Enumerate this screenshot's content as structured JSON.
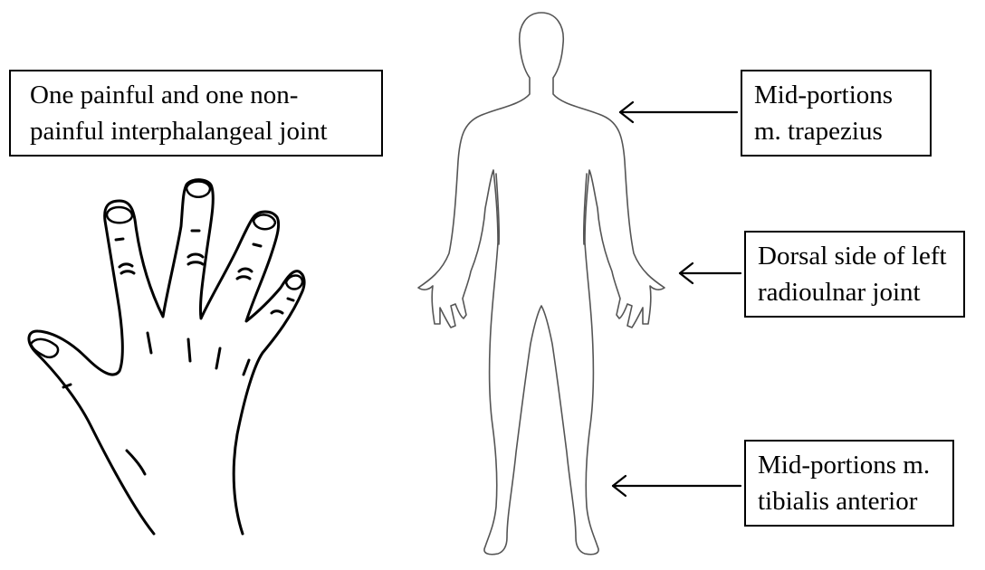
{
  "labels": {
    "hand": {
      "line1": "One painful and one non-",
      "line2": "painful interphalangeal joint"
    },
    "trapezius": {
      "line1": "Mid-portions",
      "line2": "m. trapezius"
    },
    "radioulnar": {
      "line1": "Dorsal side of left",
      "line2": "radioulnar joint"
    },
    "tibialis": {
      "line1": "Mid-portions m.",
      "line2": "tibialis anterior"
    }
  },
  "colors": {
    "hand_outline": "#000000",
    "body_outline": "#555555",
    "arrow": "#000000"
  }
}
